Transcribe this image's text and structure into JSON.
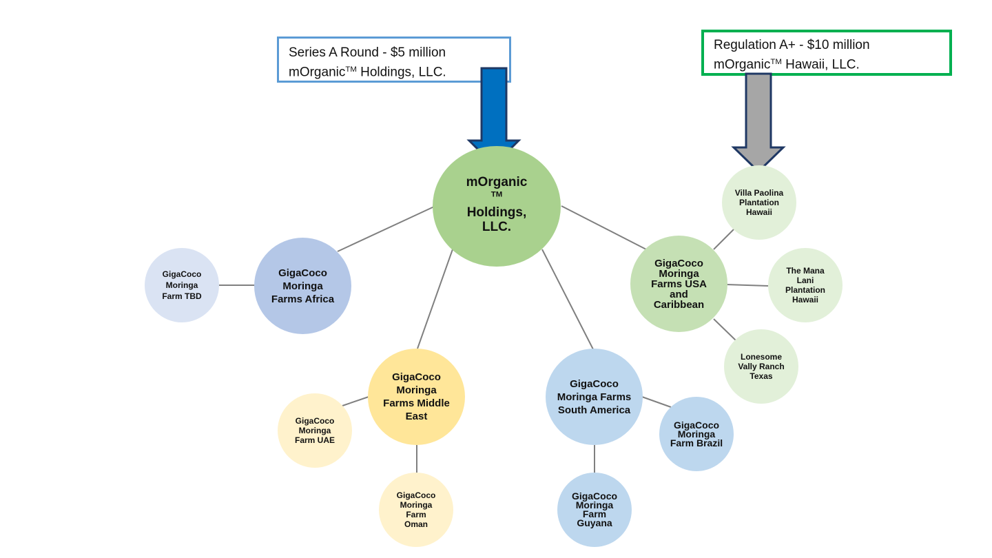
{
  "callouts": {
    "series_a": {
      "line1": "Series A Round - $5 million",
      "line2_prefix": "mOrganic",
      "line2_tm": "TM",
      "line2_suffix": " Holdings, LLC.",
      "border_color": "#5b9bd5",
      "arrow_color": "#0070c0"
    },
    "reg_a": {
      "line1": "Regulation A+ - $10 million",
      "line2_prefix": "mOrganic",
      "line2_tm": "TM",
      "line2_suffix": " Hawaii, LLC.",
      "border_color": "#00b050",
      "arrow_color": "#a6a6a6"
    }
  },
  "nodes": {
    "root": {
      "line1_prefix": "mOrganic",
      "line1_tm": "TM",
      "line2": "Holdings,",
      "line3": "LLC.",
      "color": "#a9d18e"
    },
    "africa": {
      "label": "GigaCoco Moringa Farms Africa",
      "color": "#b4c7e7"
    },
    "africa_tbd": {
      "label": "GigaCoco Moringa Farm TBD",
      "color": "#dae3f3"
    },
    "middle_east": {
      "label": "GigaCoco Moringa Farms Middle East",
      "color": "#ffe699"
    },
    "uae": {
      "label": "GigaCoco Moringa Farm UAE",
      "color": "#fff2cc"
    },
    "oman": {
      "label": "GigaCoco Moringa Farm Oman",
      "color": "#fff2cc"
    },
    "south_america": {
      "label": "GigaCoco Moringa Farms South America",
      "color": "#bdd7ee"
    },
    "brazil": {
      "label": "GigaCoco Moringa Farm Brazil",
      "color": "#bdd7ee"
    },
    "guyana": {
      "label": "GigaCoco Moringa Farm Guyana",
      "color": "#bdd7ee"
    },
    "usa": {
      "label": "GigaCoco Moringa Farms USA and Caribbean",
      "color": "#c5e0b4"
    },
    "villa": {
      "label": "Villa Paolina Plantation Hawaii",
      "color": "#e2f0d9"
    },
    "mana_lani": {
      "label": "The Mana Lani Plantation Hawaii",
      "color": "#e2f0d9"
    },
    "lonesome": {
      "label": "Lonesome Vally Ranch Texas",
      "color": "#e2f0d9"
    }
  }
}
